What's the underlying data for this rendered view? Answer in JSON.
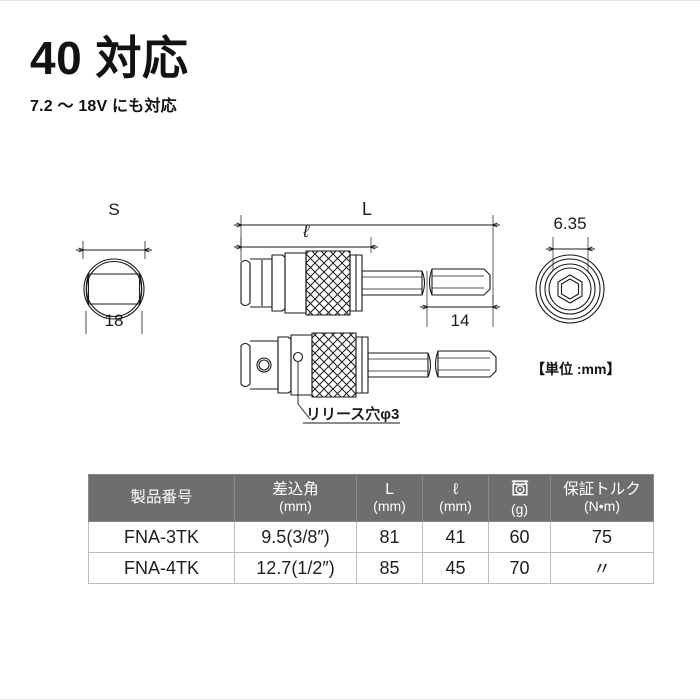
{
  "header": {
    "title": "40 対応",
    "subtitle": "7.2 〜 18V にも対応"
  },
  "drawings": {
    "left_view": {
      "name": "socket-cross-section",
      "top_label": "S",
      "bottom_label": "18"
    },
    "main_view": {
      "name": "side-elevation",
      "overall_length_label": "L",
      "partial_length_label": "ℓ",
      "shank_length_label": "14"
    },
    "bottom_view": {
      "name": "rotated-side-elevation",
      "callout": "リリース穴φ3"
    },
    "right_view": {
      "name": "hex-shank-end-face",
      "dimension_label": "6.35"
    },
    "unit_note": "【単位 :mm】"
  },
  "spec_table": {
    "headers": [
      {
        "main": "製品番号",
        "sub": ""
      },
      {
        "main": "差込角",
        "sub": "(mm)"
      },
      {
        "main": "L",
        "sub": "(mm)"
      },
      {
        "main": "ℓ",
        "sub": "(mm)"
      },
      {
        "main": "",
        "sub": "(g)",
        "icon": "scale-icon"
      },
      {
        "main": "保証トルク",
        "sub": "(N•m)"
      }
    ],
    "rows": [
      {
        "code": "FNA-3TK",
        "drive": "9.5(3/8″)",
        "length_l": "81",
        "length_ll": "41",
        "weight": "60",
        "torque": "75"
      },
      {
        "code": "FNA-4TK",
        "drive": "12.7(1/2″)",
        "length_l": "85",
        "length_ll": "45",
        "weight": "70",
        "torque": "〃"
      }
    ]
  },
  "colors": {
    "header_bg": "#6f6e6e",
    "text": "#1a1a1a",
    "line": "#1a1a1a",
    "border": "#bdbdbd"
  }
}
